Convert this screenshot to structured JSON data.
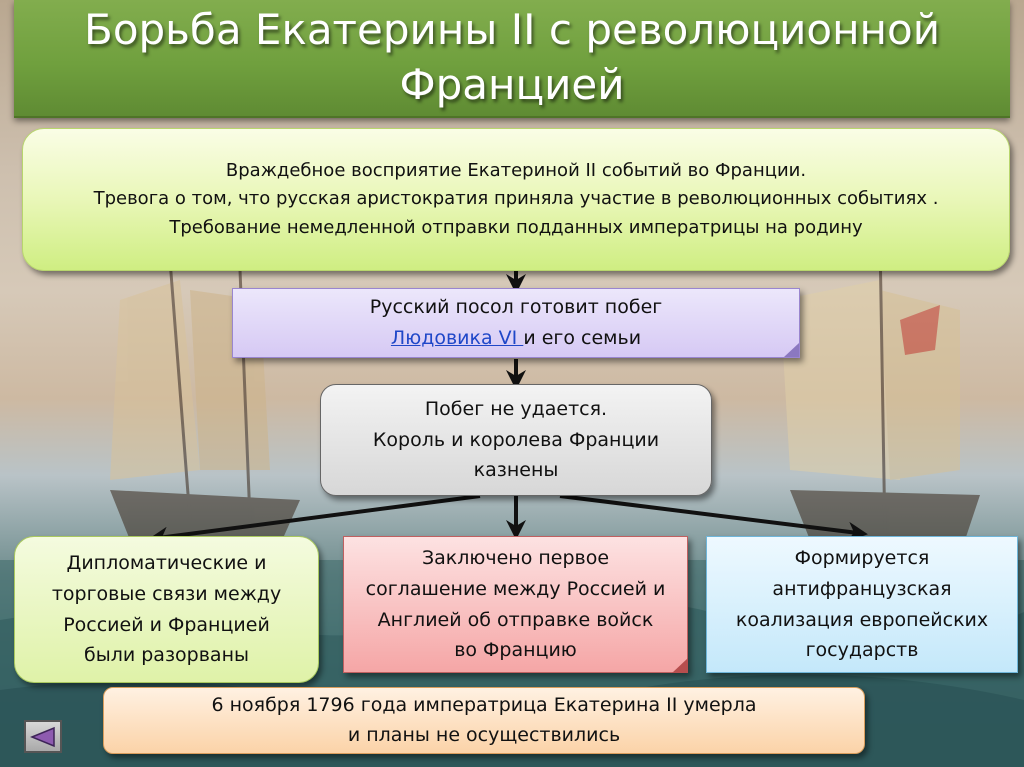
{
  "slide": {
    "title_lines": [
      "Борьба Екатерины II с революционной",
      "Францией"
    ]
  },
  "boxes": {
    "perception": {
      "lines": [
        "Враждебное восприятие Екатериной II событий во Франции.",
        "Тревога о том, что русская аристократия приняла участие в революционных событиях .",
        "Требование немедленной отправки подданных императрицы на родину"
      ]
    },
    "ambassador": {
      "line1": "Русский посол готовит побег",
      "link_text": "Людовика VI ",
      "line2_rest": "и его семьи"
    },
    "escape_failed": {
      "lines": [
        "Побег не удается.",
        "Король и королева Франции",
        "казнены"
      ]
    },
    "diplomatic": {
      "lines": [
        "Дипломатические и",
        "торговые связи между",
        "Россией и Францией",
        "были разорваны"
      ]
    },
    "agreement": {
      "lines": [
        "Заключено первое",
        "соглашение между Россией и",
        "Англией об отправке войск",
        "во Францию"
      ]
    },
    "coalition": {
      "lines": [
        "Формируется",
        "антифранцузская",
        "коализация европейских",
        "государств"
      ]
    },
    "ending": {
      "lines": [
        "6 ноября 1796 года императрица Екатерина II умерла",
        "и планы не осуществились"
      ]
    }
  },
  "navigation": {
    "back_icon": "triangle-left-icon"
  },
  "colors": {
    "title_bg": "#72a140",
    "box_perception": "#e2f4a6",
    "box_ambassador": "#ddd1f5",
    "box_escape": "#e3e3e3",
    "box_diplomatic": "#e6f5b6",
    "box_agreement": "#f7b4b4",
    "box_coalition": "#cdebfa",
    "box_ending": "#fcd9b5",
    "arrow": "#111111"
  }
}
